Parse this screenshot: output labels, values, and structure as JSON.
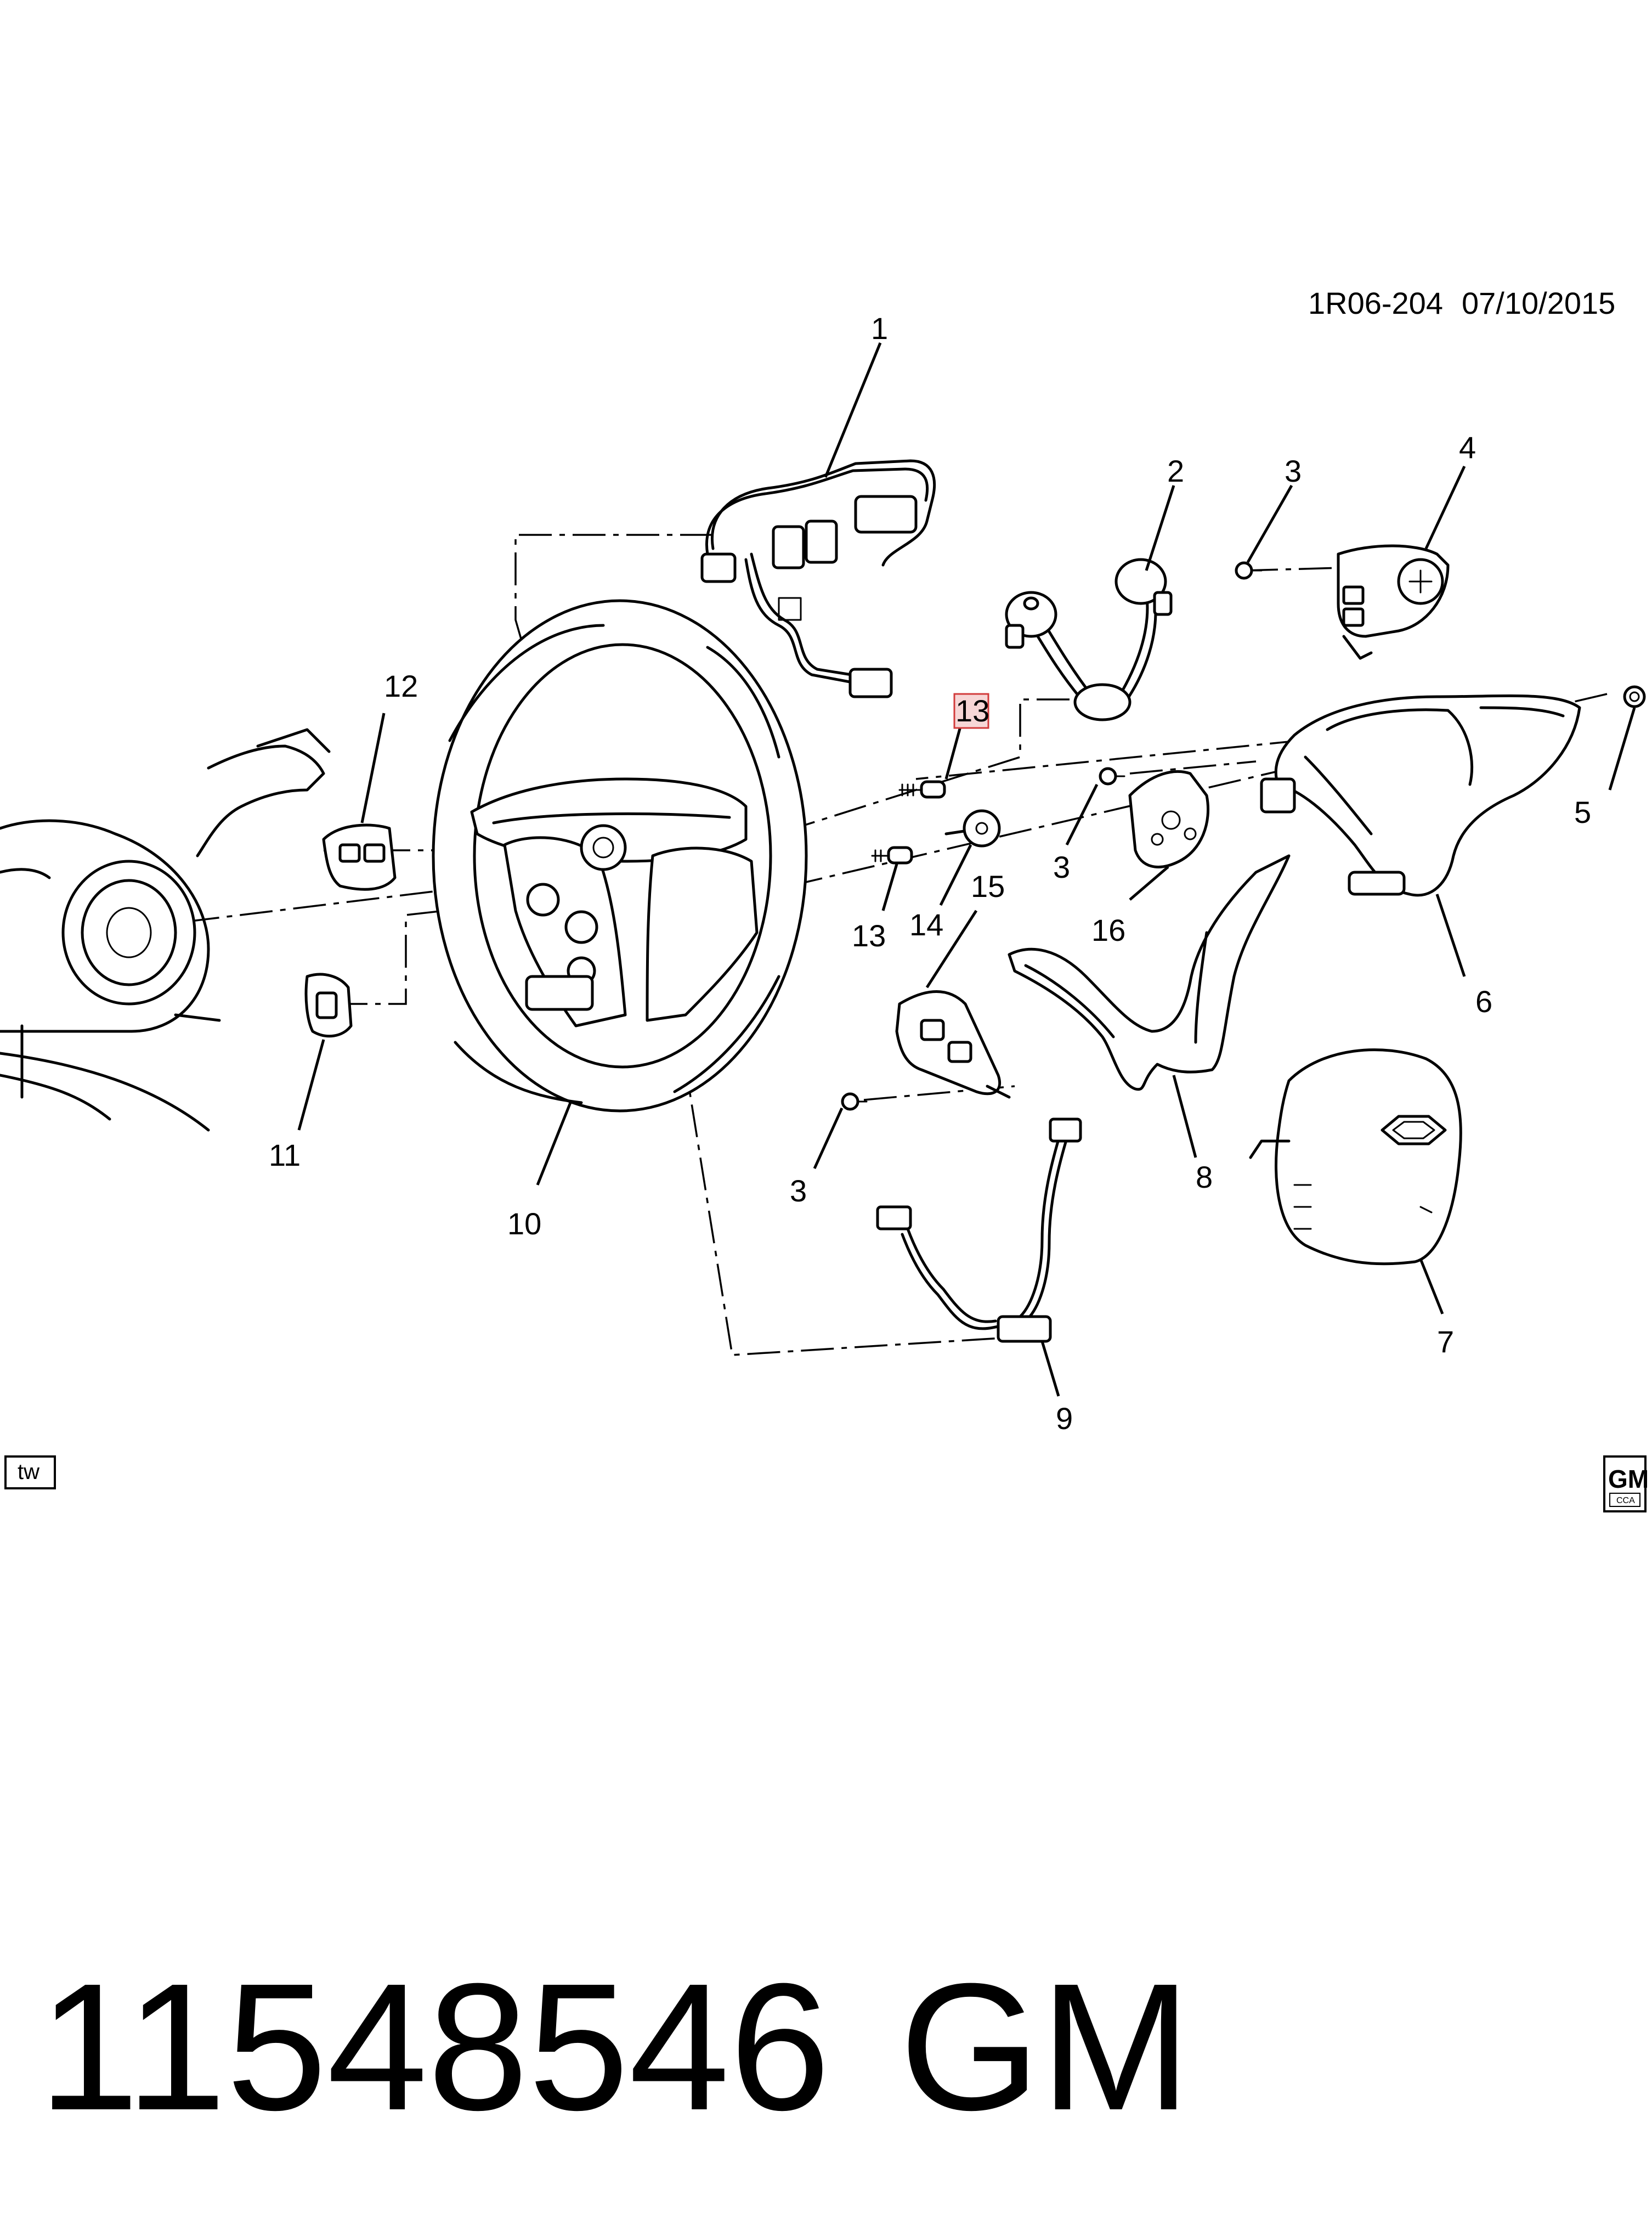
{
  "header": {
    "doc_id": "1R06-204",
    "date": "07/10/2015"
  },
  "callouts": [
    {
      "id": "c1",
      "label": "1"
    },
    {
      "id": "c2",
      "label": "2"
    },
    {
      "id": "c3a",
      "label": "3"
    },
    {
      "id": "c4",
      "label": "4"
    },
    {
      "id": "c5",
      "label": "5"
    },
    {
      "id": "c6",
      "label": "6"
    },
    {
      "id": "c3b",
      "label": "3"
    },
    {
      "id": "c16",
      "label": "16"
    },
    {
      "id": "c12",
      "label": "12"
    },
    {
      "id": "c13a",
      "label": "13",
      "highlighted": true
    },
    {
      "id": "c13b",
      "label": "13"
    },
    {
      "id": "c14",
      "label": "14"
    },
    {
      "id": "c15",
      "label": "15"
    },
    {
      "id": "c11",
      "label": "11"
    },
    {
      "id": "c10",
      "label": "10"
    },
    {
      "id": "c8",
      "label": "8"
    },
    {
      "id": "c3c",
      "label": "3"
    },
    {
      "id": "c7",
      "label": "7"
    },
    {
      "id": "c9",
      "label": "9"
    }
  ],
  "corner_marks": {
    "tw": "tw",
    "gm": "GM",
    "cca": "CCA"
  },
  "caption": {
    "part_number": "11548546",
    "brand": "GM"
  },
  "colors": {
    "ink": "#000000",
    "highlight_fill": "#f7d6d6",
    "highlight_stroke": "#d23b3b",
    "background": "#ffffff"
  }
}
